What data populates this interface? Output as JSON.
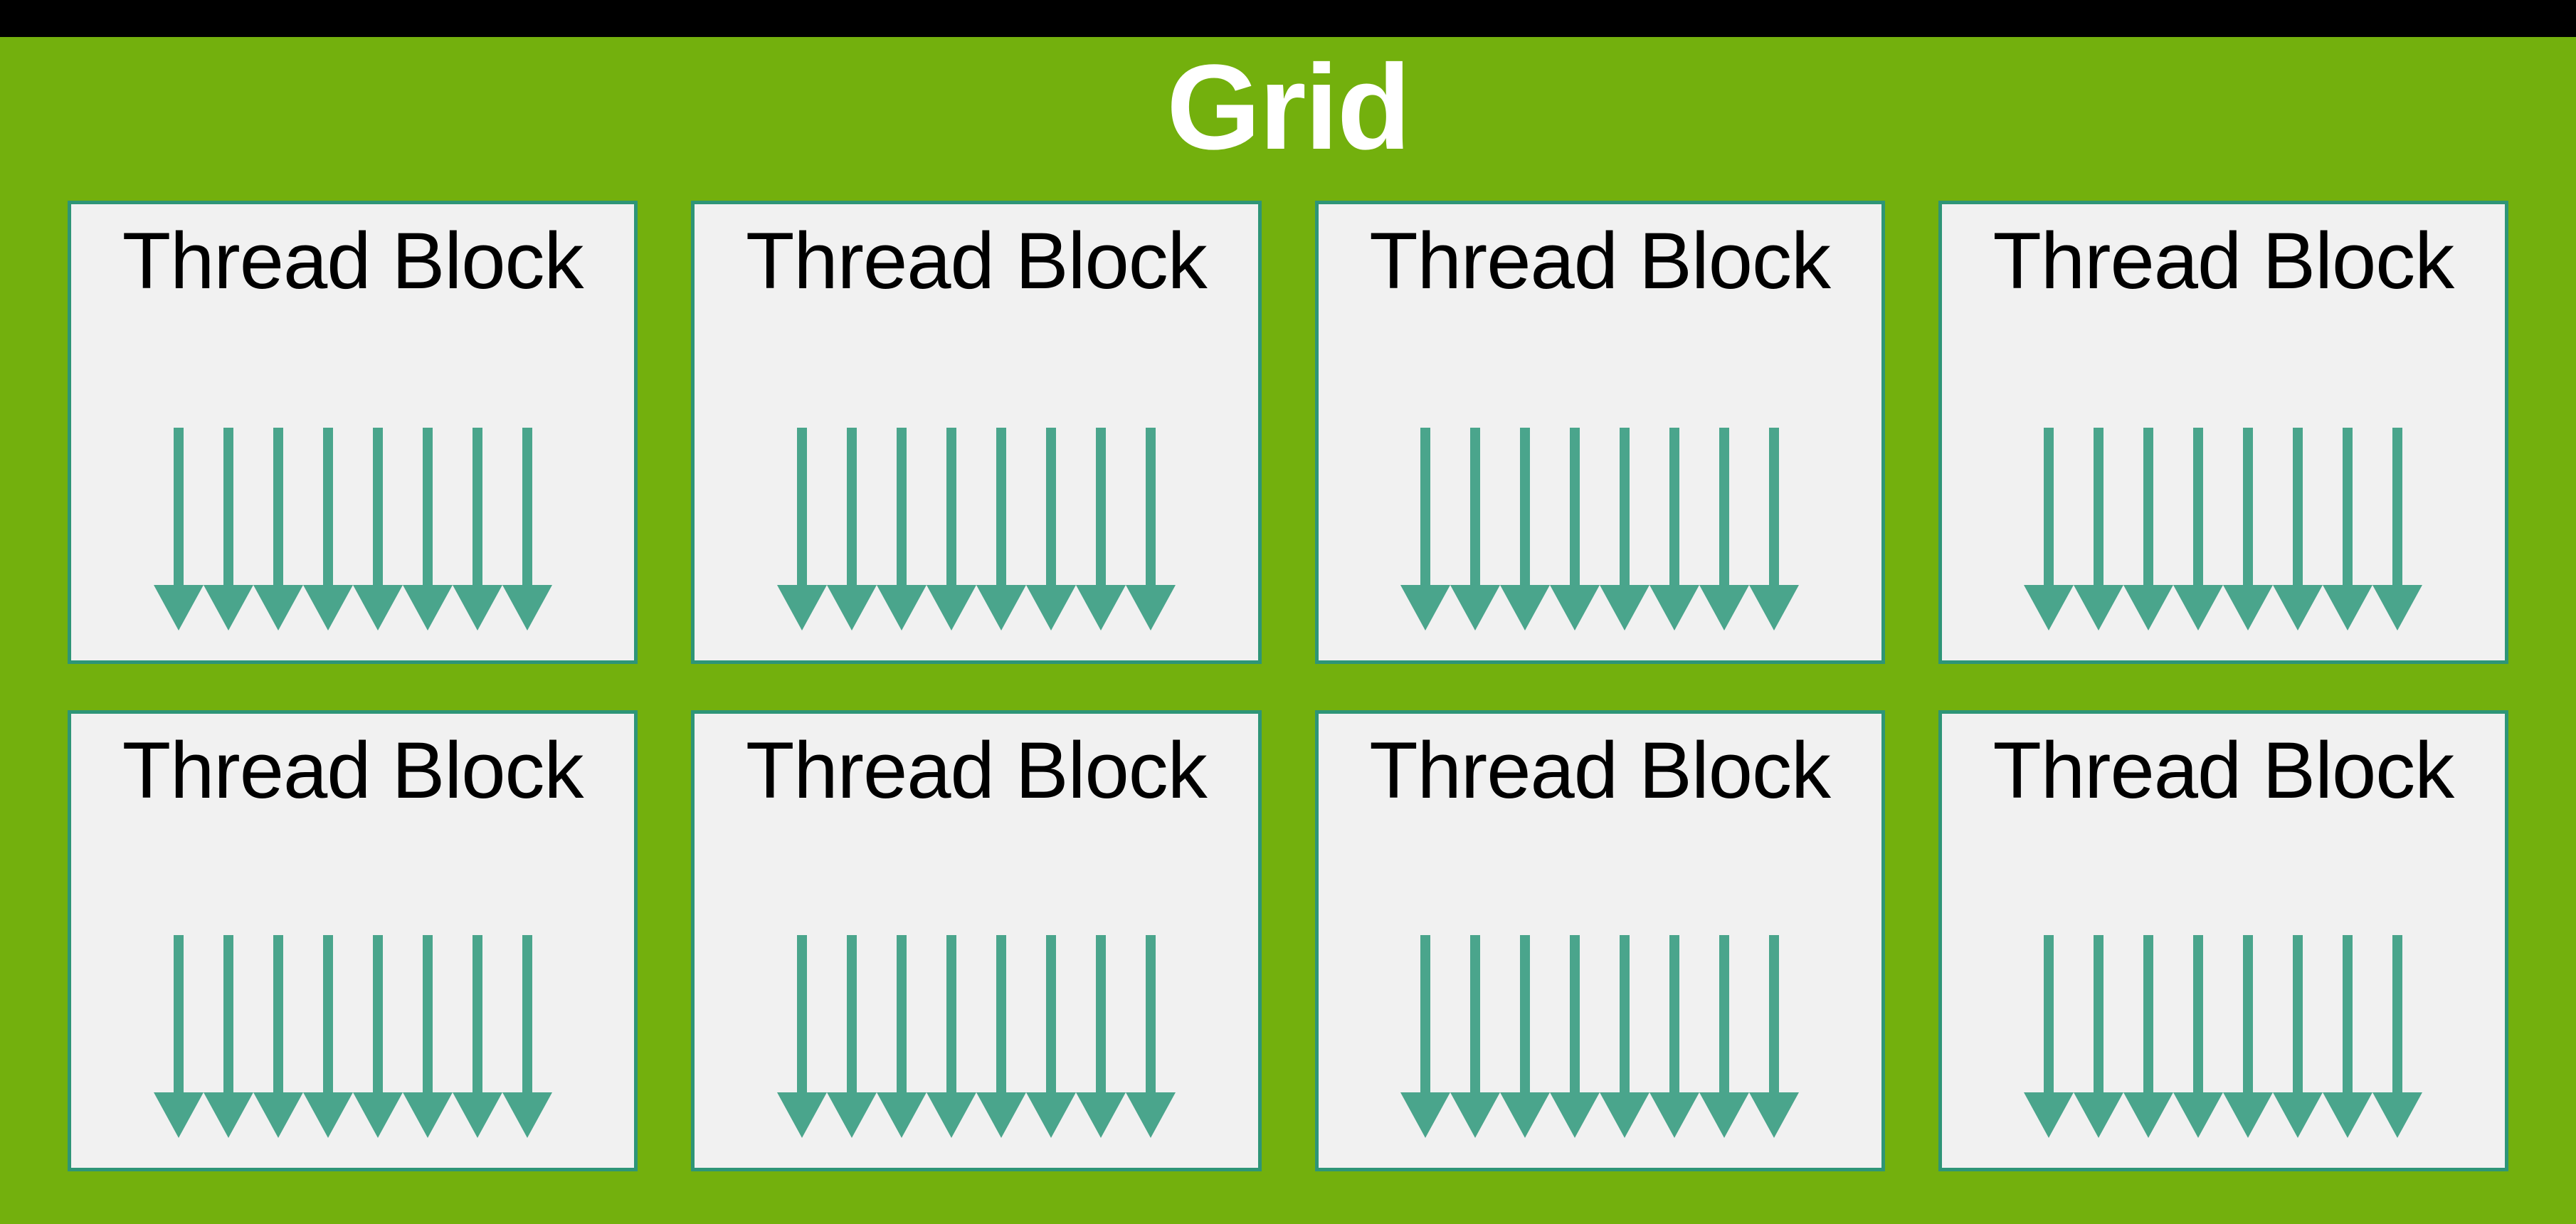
{
  "title": "Grid",
  "colors": {
    "page_background": "#000000",
    "panel_background": "#73B00D",
    "block_fill": "#F1F1F1",
    "block_border": "#2E9577",
    "arrow": "#4AA58C",
    "title_color": "#FFFFFF",
    "block_label_color": "#000000"
  },
  "layout": {
    "rows": 2,
    "columns": 4
  },
  "blocks": [
    {
      "label": "Thread Block",
      "arrow_count": 8
    },
    {
      "label": "Thread Block",
      "arrow_count": 8
    },
    {
      "label": "Thread Block",
      "arrow_count": 8
    },
    {
      "label": "Thread Block",
      "arrow_count": 8
    },
    {
      "label": "Thread Block",
      "arrow_count": 8
    },
    {
      "label": "Thread Block",
      "arrow_count": 8
    },
    {
      "label": "Thread Block",
      "arrow_count": 8
    },
    {
      "label": "Thread Block",
      "arrow_count": 8
    }
  ]
}
